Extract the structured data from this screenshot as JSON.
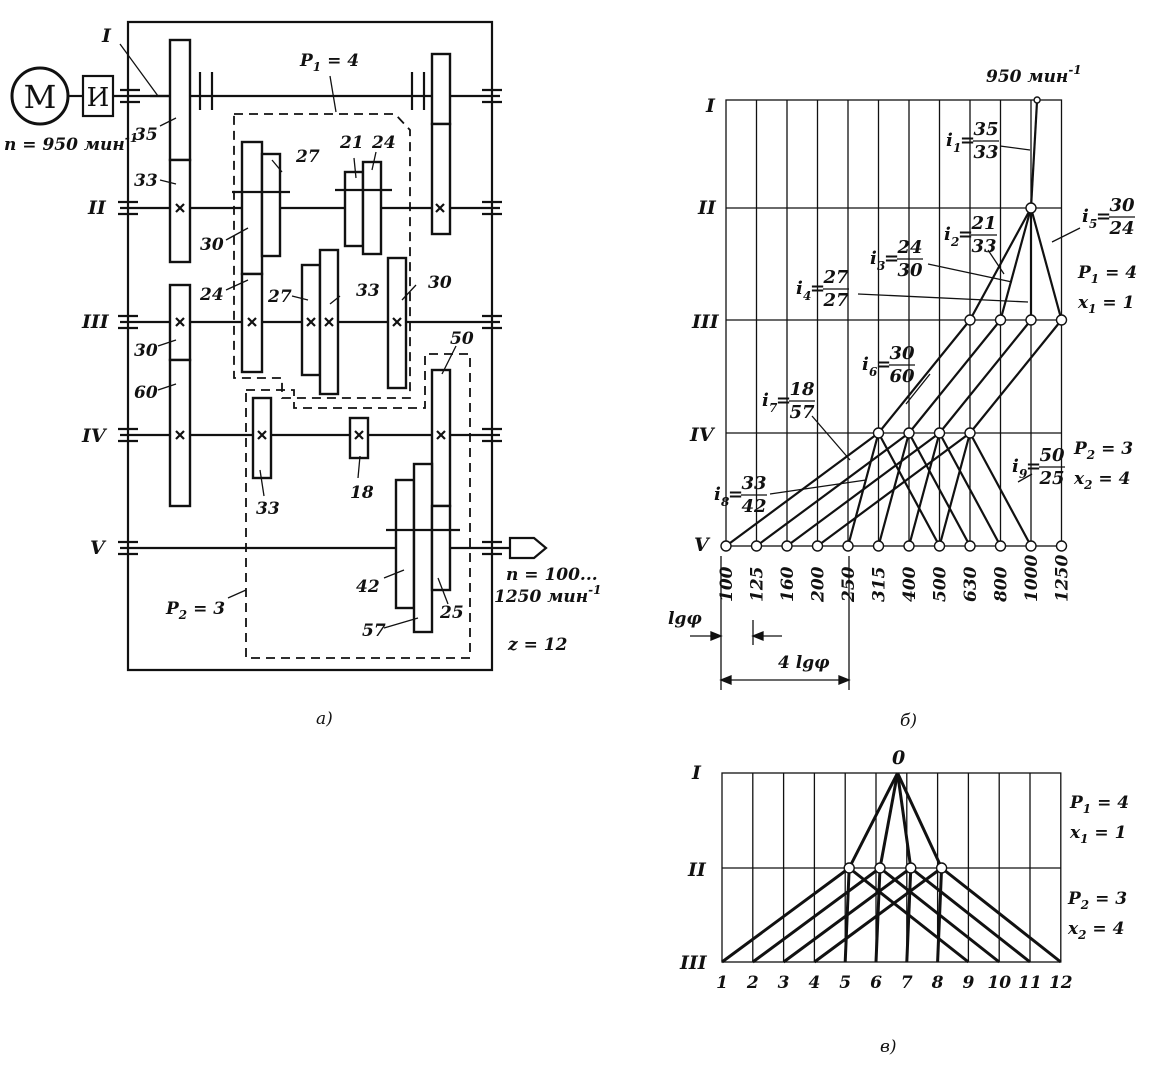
{
  "panel_a": {
    "caption": "а)",
    "motor_label": "M",
    "coupling_label": "И",
    "input_speed": "n = 950 мин",
    "input_speed_exp": "-1",
    "shafts": [
      "I",
      "II",
      "III",
      "IV",
      "V"
    ],
    "gear_labels": [
      "35",
      "33",
      "27",
      "21",
      "24",
      "30",
      "24",
      "27",
      "33",
      "30",
      "30",
      "60",
      "50",
      "33",
      "18",
      "42",
      "57",
      "25"
    ],
    "p1_label": "P",
    "p1_sub": "1",
    "p1_val": " = 4",
    "p2_label": "P",
    "p2_sub": "2",
    "p2_val": " = 3",
    "output_speed_1": "n = 100...",
    "output_speed_2": "1250 мин",
    "output_speed_exp": "-1",
    "z_label": "z = 12"
  },
  "panel_b": {
    "caption": "б)",
    "top_speed": "950 мин",
    "top_speed_exp": "-1",
    "shafts": [
      "I",
      "II",
      "III",
      "IV",
      "V"
    ],
    "speeds": [
      "100",
      "125",
      "160",
      "200",
      "250",
      "315",
      "400",
      "500",
      "630",
      "800",
      "1000",
      "1250"
    ],
    "ratios": [
      {
        "i": "i",
        "sub": "1",
        "num": "35",
        "den": "33"
      },
      {
        "i": "i",
        "sub": "5",
        "num": "30",
        "den": "24"
      },
      {
        "i": "i",
        "sub": "2",
        "num": "21",
        "den": "33"
      },
      {
        "i": "i",
        "sub": "3",
        "num": "24",
        "den": "30"
      },
      {
        "i": "i",
        "sub": "4",
        "num": "27",
        "den": "27"
      },
      {
        "i": "i",
        "sub": "6",
        "num": "30",
        "den": "60"
      },
      {
        "i": "i",
        "sub": "7",
        "num": "18",
        "den": "57"
      },
      {
        "i": "i",
        "sub": "8",
        "num": "33",
        "den": "42"
      },
      {
        "i": "i",
        "sub": "9",
        "num": "50",
        "den": "25"
      }
    ],
    "p1": {
      "p": "P",
      "psub": "1",
      "pval": " = 4",
      "x": "x",
      "xsub": "1",
      "xval": " = 1"
    },
    "p2": {
      "p": "P",
      "psub": "2",
      "pval": " = 3",
      "x": "x",
      "xsub": "2",
      "xval": " = 4"
    },
    "lgphi": "lgφ",
    "four_lgphi": "4 lgφ"
  },
  "panel_c": {
    "caption": "в)",
    "shafts": [
      "I",
      "II",
      "III"
    ],
    "origin": "0",
    "numbers": [
      "1",
      "2",
      "3",
      "4",
      "5",
      "6",
      "7",
      "8",
      "9",
      "10",
      "11",
      "12"
    ],
    "p1": {
      "p": "P",
      "psub": "1",
      "pval": " = 4",
      "x": "x",
      "xsub": "1",
      "xval": " = 1"
    },
    "p2": {
      "p": "P",
      "psub": "2",
      "pval": " = 3",
      "x": "x",
      "xsub": "2",
      "xval": " = 4"
    }
  }
}
